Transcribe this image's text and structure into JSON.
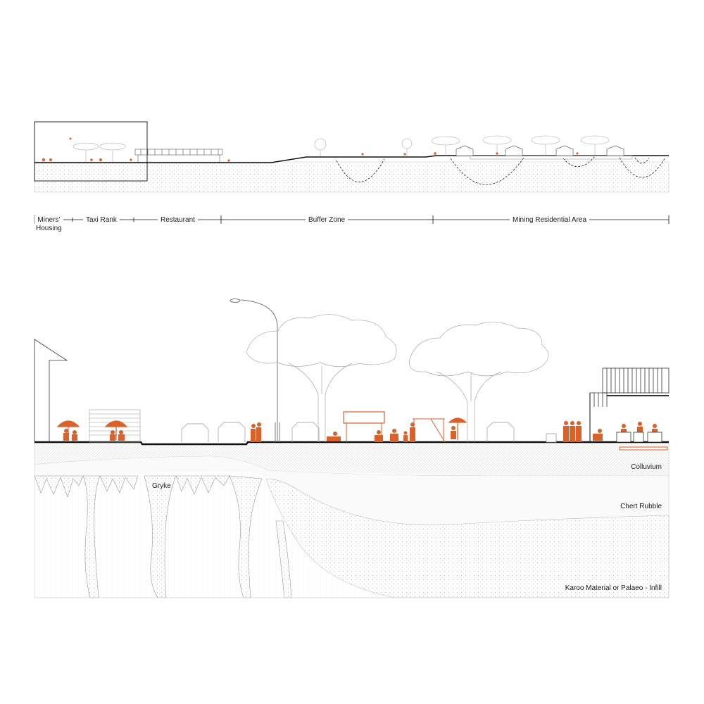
{
  "zones": [
    {
      "label": "Miners'\nHousing"
    },
    {
      "label": "Taxi Rank"
    },
    {
      "label": "Restaurant"
    },
    {
      "label": "Buffer Zone"
    },
    {
      "label": "Mining Residential Area"
    }
  ],
  "layers": [
    {
      "label": "Colluvium"
    },
    {
      "label": "Chert Rubble"
    },
    {
      "label": "Karoo Material or Palaeo - Infill"
    },
    {
      "label": "Gryke"
    }
  ],
  "colors": {
    "accent": "#d9622b",
    "line": "#222222",
    "light_line": "#9a9a9a",
    "soil_fill": "#f0f0f0"
  }
}
